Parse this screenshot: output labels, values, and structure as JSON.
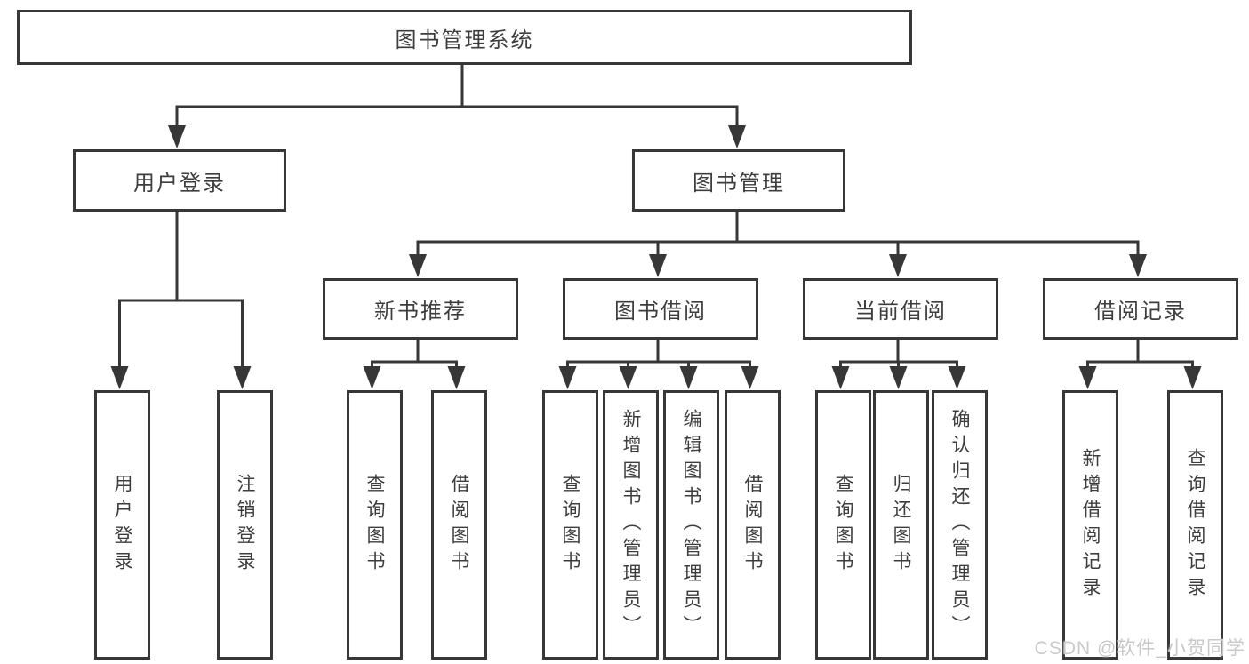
{
  "tree": {
    "root": {
      "label": "图书管理系统"
    },
    "branches": [
      {
        "label": "用户登录",
        "children": [
          {
            "label": "用户登录"
          },
          {
            "label": "注销登录"
          }
        ]
      },
      {
        "label": "图书管理",
        "children": [
          {
            "label": "新书推荐",
            "children": [
              {
                "label": "查询图书"
              },
              {
                "label": "借阅图书"
              }
            ]
          },
          {
            "label": "图书借阅",
            "children": [
              {
                "label": "查询图书"
              },
              {
                "label": "新增图书（管理员）"
              },
              {
                "label": "编辑图书（管理员）"
              },
              {
                "label": "借阅图书"
              }
            ]
          },
          {
            "label": "当前借阅",
            "children": [
              {
                "label": "查询图书"
              },
              {
                "label": "归还图书"
              },
              {
                "label": "确认归还（管理员）"
              }
            ]
          },
          {
            "label": "借阅记录",
            "children": [
              {
                "label": "新增借阅记录"
              },
              {
                "label": "查询借阅记录"
              }
            ]
          }
        ]
      }
    ]
  },
  "watermark": {
    "text": "CSDN @软件_小贺同学"
  },
  "colors": {
    "line": "#373737",
    "text": "#3d3d3d",
    "box_fill": "#ffffff",
    "background": "#ffffff",
    "watermark": "#c9c9c9"
  }
}
